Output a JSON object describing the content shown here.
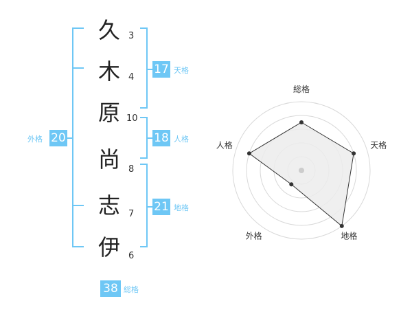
{
  "characters": [
    {
      "char": "久",
      "strokes": "3"
    },
    {
      "char": "木",
      "strokes": "4"
    },
    {
      "char": "原",
      "strokes": "10"
    },
    {
      "char": "尚",
      "strokes": "8"
    },
    {
      "char": "志",
      "strokes": "7"
    },
    {
      "char": "伊",
      "strokes": "6"
    }
  ],
  "kakusu": {
    "tenkaku": {
      "label": "天格",
      "value": "17"
    },
    "jinkaku": {
      "label": "人格",
      "value": "18"
    },
    "chikaku": {
      "label": "地格",
      "value": "21"
    },
    "gaikaku": {
      "label": "外格",
      "value": "20"
    },
    "soukaku": {
      "label": "総格",
      "value": "38"
    }
  },
  "chart_data": {
    "type": "radar",
    "axes": [
      "総格",
      "天格",
      "地格",
      "外格",
      "人格"
    ],
    "values": [
      0.7,
      0.8,
      1.0,
      0.25,
      0.8
    ],
    "rings": 5,
    "colors": {
      "fill": "#ececec",
      "line": "#333333",
      "grid": "#d8d8d8",
      "center": "#cccccc"
    }
  },
  "colors": {
    "accent": "#6ec7f5"
  }
}
